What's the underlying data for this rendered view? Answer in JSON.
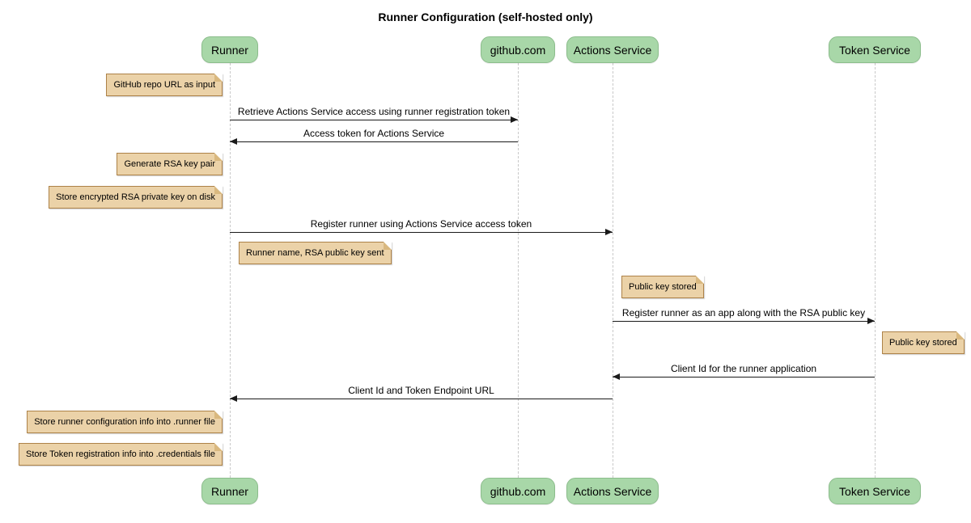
{
  "title": "Runner Configuration (self-hosted only)",
  "diagram": {
    "type": "sequence",
    "actors": [
      {
        "id": "runner",
        "label": "Runner"
      },
      {
        "id": "github",
        "label": "github.com"
      },
      {
        "id": "actions-service",
        "label": "Actions Service"
      },
      {
        "id": "token-service",
        "label": "Token Service"
      }
    ],
    "messages": [
      {
        "from": "Runner",
        "to": "github.com",
        "text": "Retrieve Actions Service access using runner registration token"
      },
      {
        "from": "github.com",
        "to": "Runner",
        "text": "Access token for Actions Service"
      },
      {
        "from": "Runner",
        "to": "Actions Service",
        "text": "Register runner using Actions Service access token"
      },
      {
        "from": "Actions Service",
        "to": "Token Service",
        "text": "Register runner as an app along with the RSA public key"
      },
      {
        "from": "Token Service",
        "to": "Actions Service",
        "text": "Client Id for the runner application"
      },
      {
        "from": "Actions Service",
        "to": "Runner",
        "text": "Client Id and Token Endpoint URL"
      }
    ],
    "notes": [
      {
        "position": "left of Runner",
        "text": "GitHub repo URL as input"
      },
      {
        "position": "left of Runner",
        "text": "Generate RSA key pair"
      },
      {
        "position": "left of Runner",
        "text": "Store encrypted RSA private key on disk"
      },
      {
        "position": "right of Runner",
        "text": "Runner name, RSA public key sent"
      },
      {
        "position": "right of Actions Service",
        "text": "Public key stored"
      },
      {
        "position": "right of Token Service",
        "text": "Public key stored"
      },
      {
        "position": "left of Runner",
        "text": "Store runner configuration info into .runner file"
      },
      {
        "position": "left of Runner",
        "text": "Store Token registration info into .credentials file"
      }
    ]
  },
  "colors": {
    "actor_fill": "#a8d7a8",
    "actor_border": "#8cbd8c",
    "note_fill": "#ebd2a8",
    "note_border": "#ad8248",
    "note_fold": "#d9b87f",
    "line": "#1a1a1a",
    "lifeline": "#c9c9c9",
    "bg": "#ffffff",
    "text": "#000000"
  }
}
